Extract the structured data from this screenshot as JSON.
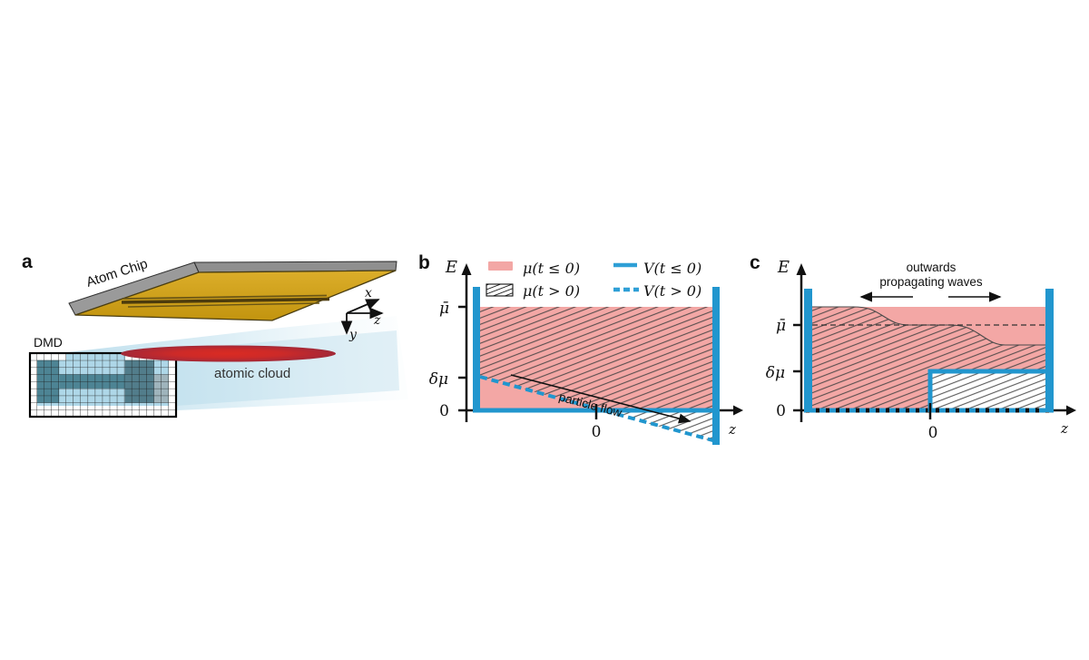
{
  "colors": {
    "pink": "#f3a7a5",
    "potential_blue": "#2196ce",
    "hatch_line": "#3f3f3f",
    "chip_gold": "#d2a21c",
    "chip_gray": "#939393",
    "cloud_red": "#cd2a28",
    "dmd_light_blue": "#aed7e8",
    "dmd_teal": "#4d8494",
    "beam_blue": "#9ecfe4"
  },
  "panel_a": {
    "label": "a",
    "chip_label": "Atom Chip",
    "dmd_label": "DMD",
    "cloud_label": "atomic cloud",
    "axis_x": "x",
    "axis_y": "y",
    "axis_z": "z"
  },
  "panel_b": {
    "label": "b",
    "axis_energy": "E",
    "axis_z": "z",
    "tick_mu_bar": "μ̄",
    "tick_delta_mu": "δμ",
    "tick_zero": "0",
    "origin_tick": "0",
    "legend": {
      "mu_before": "μ(t ≤ 0)",
      "mu_after": "μ(t > 0)",
      "v_before": "V(t ≤ 0)",
      "v_after": "V(t > 0)"
    },
    "annotation": "particle flow"
  },
  "panel_c": {
    "label": "c",
    "axis_energy": "E",
    "axis_z": "z",
    "tick_mu_bar": "μ̄",
    "tick_delta_mu": "δμ",
    "tick_zero": "0",
    "origin_tick": "0",
    "annotation_line1": "outwards",
    "annotation_line2": "propagating waves"
  }
}
